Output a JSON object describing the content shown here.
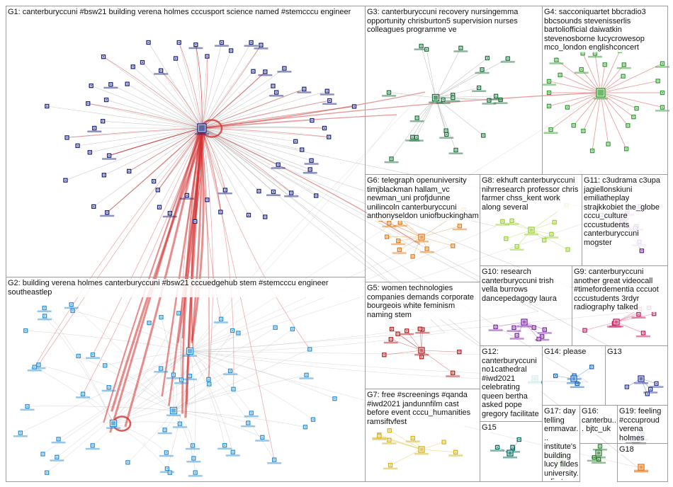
{
  "title": "NodeXL network map of #bsw21 groups",
  "groups": [
    {
      "id": "g1",
      "label": "G1: canterburyccuni #bsw21 building verena holmes cccusport science named #stemcccu engineer",
      "color": "#1a237e"
    },
    {
      "id": "g2",
      "label": "G2: building verena holmes canterburyccuni #bsw21 cccuedgehub stem #stemcccu engineer southeastlep",
      "color": "#2a8fd6"
    },
    {
      "id": "g3",
      "label": "G3: canterburyccuni recovery nursingemma opportunity chrisburton5 supervision nurses colleagues programme ve",
      "color": "#1b6e3a"
    },
    {
      "id": "g4",
      "label": "G4: sacconiquartet bbcradio3 bbcsounds stevenisserlis bartoliofficial daiwatkin stevenosborne lucycrowesop mco_london englishconcert",
      "color": "#2e9b2e"
    },
    {
      "id": "g5",
      "label": "G5: women technologies companies demands corporate bourgeois white feminism naming stem",
      "color": "#b71c1c"
    },
    {
      "id": "g6",
      "label": "G6: telegraph openuniversity timjblackman hallam_vc newman_uni profjdunne unilincoln canterburyccuni anthonyseldon uniofbuckingham",
      "color": "#e07a1a"
    },
    {
      "id": "g7",
      "label": "G7: free #screenings #qanda #iwd2021 jandunnfilm cast before event cccu_humanities ramsiftvfest",
      "color": "#d4b21a"
    },
    {
      "id": "g8",
      "label": "G8: ekhuft canterburyccuni nihrresearch professor chris farmer chss_kent work along several",
      "color": "#9acd32"
    },
    {
      "id": "g9",
      "label": "G9: canterburyccuni another great videocall #timefordementia cccuot cccustudents 3rdyr radiography talked",
      "color": "#c2185b"
    },
    {
      "id": "g10",
      "label": "G10: research canterburyccuni trish vella burrows dancepedagogy laura whitfield lian wilson",
      "color": "#7b1fa2"
    },
    {
      "id": "g11",
      "label": "G11: c3udrama c3upa jagiellonskiuni emiliatheplay strajkkobiet the_globe cccu_culture cccustudents canterburyccuni mogster",
      "color": "#6a1b9a"
    },
    {
      "id": "g12",
      "label": "G12: canterburyccuni no1cathedral #iwd2021 celebrating queen bertha asked pope gregory facilitate",
      "color": "#00838f"
    },
    {
      "id": "g13",
      "label": "G13",
      "color": "#283593"
    },
    {
      "id": "g14",
      "label": "G14: please",
      "color": "#1565c0"
    },
    {
      "id": "g15",
      "label": "G15",
      "color": "#00695c"
    },
    {
      "id": "g16",
      "label": "G16: canterbu... bjtc_uk back",
      "color": "#2e7d32"
    },
    {
      "id": "g17",
      "label": "G17: day telling emmavar... institute's building lucy fildes university... first...",
      "color": "#558b2f"
    },
    {
      "id": "g18",
      "label": "G18",
      "color": "#ef6c00"
    },
    {
      "id": "g19",
      "label": "G19: feeling #cccuproud verena holmes born...",
      "color": "#283593"
    }
  ],
  "colors": {
    "tie_red": "#d32f2f",
    "tie_grey": "#9e9e9e",
    "border": "#9c9c9c"
  }
}
